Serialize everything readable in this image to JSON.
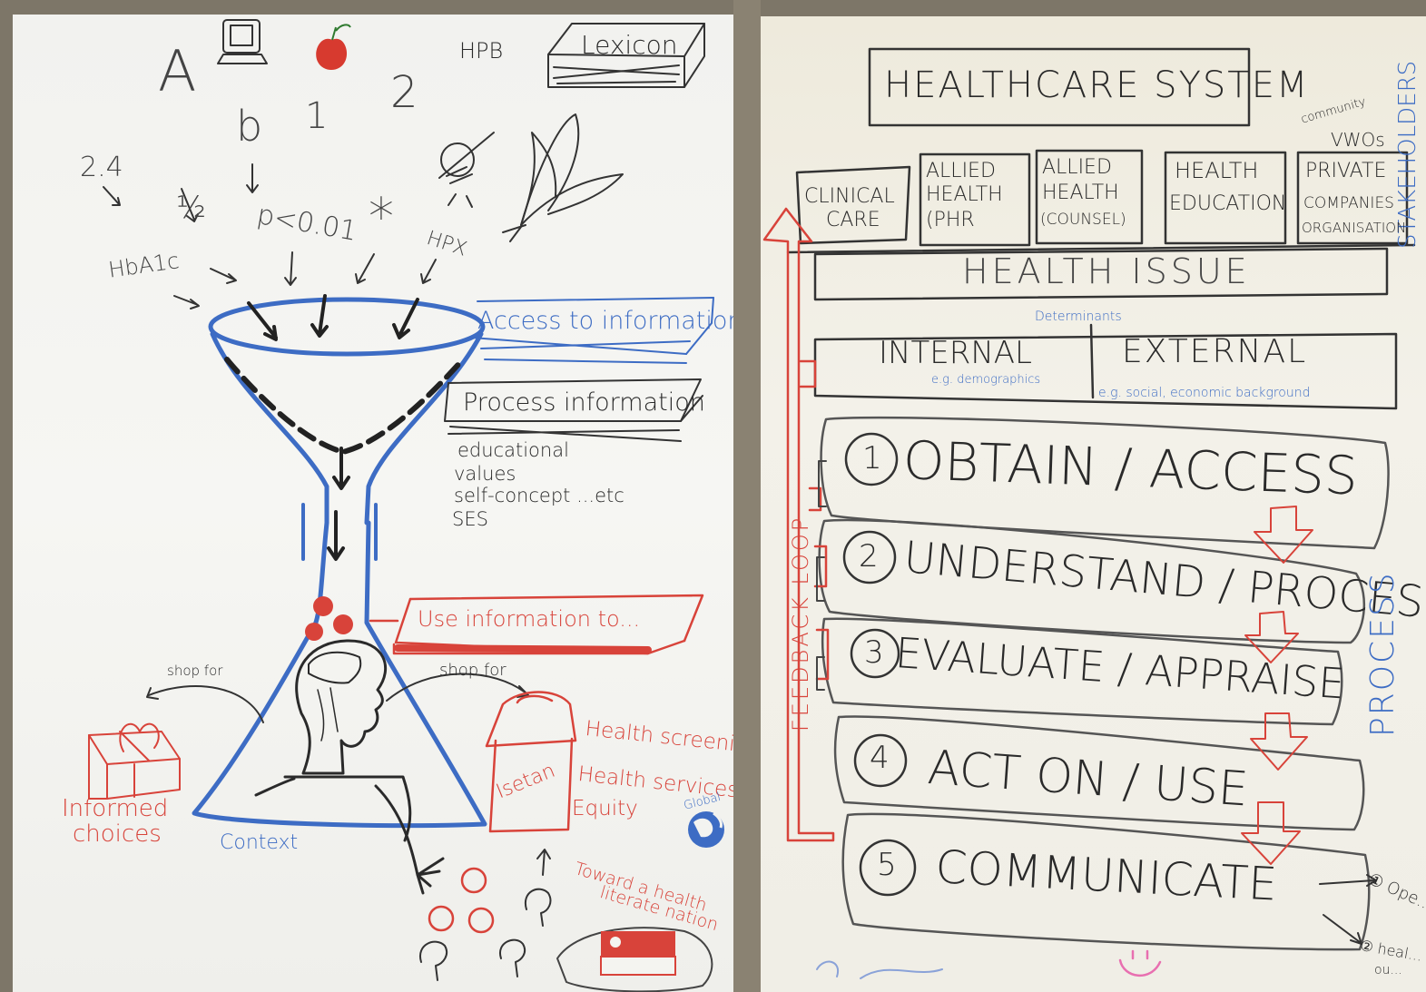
{
  "left": {
    "top_symbols": {
      "letter_a": "A",
      "letter_b": "b",
      "num_1": "1",
      "num_2": "2",
      "hpb": "HPB",
      "lexicon": "Lexicon",
      "num_24": "2.4",
      "half": "½",
      "pvalue": "p<0.01",
      "star": "*",
      "hpx": "HPX",
      "hba1c": "HbA1c"
    },
    "funnel": {
      "access": "Access to information",
      "process": "Process information",
      "factors": [
        "educational",
        "values",
        "self-concept ...etc",
        "SES"
      ],
      "use": "Use information to...",
      "context": "Context"
    },
    "outcomes": {
      "shop_left": "shop for",
      "shop_right": "shop for",
      "informed_1": "Informed",
      "informed_2": "choices",
      "isetan": "Isetan",
      "screening": "Health screening",
      "services": "Health services",
      "equity": "Equity",
      "global": "Global",
      "nation_1": "Toward a health",
      "nation_2": "literate nation"
    }
  },
  "right": {
    "title": "HEALTHCARE SYSTEM",
    "community": "community",
    "vwos": "VWOs",
    "stakeholders": "STAKEHOLDERS",
    "boxes": [
      {
        "l1": "CLINICAL",
        "l2": "CARE"
      },
      {
        "l1": "ALLIED",
        "l2": "HEALTH",
        "l3": "(PHR"
      },
      {
        "l1": "ALLIED",
        "l2": "HEALTH",
        "l3": "(COUNSEL)"
      },
      {
        "l1": "HEALTH",
        "l2": "EDUCATION"
      },
      {
        "l1": "PRIVATE",
        "l2": "COMPANIES",
        "l3": "ORGANISATION"
      }
    ],
    "health_issue": "HEALTH ISSUE",
    "determinants": "Determinants",
    "internal": "INTERNAL",
    "internal_sub": "e.g. demographics",
    "external": "EXTERNAL",
    "external_sub": "e.g. social, economic background",
    "steps": [
      {
        "num": "1",
        "text": "OBTAIN / ACCESS"
      },
      {
        "num": "2",
        "text": "UNDERSTAND / PROCESS"
      },
      {
        "num": "3",
        "text": "EVALUATE / APPRAISE"
      },
      {
        "num": "4",
        "text": "ACT ON / USE"
      },
      {
        "num": "5",
        "text": "COMMUNICATE"
      }
    ],
    "feedback": "FEEDBACK LOOP",
    "process": "PROCESS",
    "outcome1": "① Ope...",
    "outcome2": "② heal...",
    "outcome3": "ou..."
  },
  "colors": {
    "ink": "#2a2a2a",
    "blue": "#3d6cc4",
    "red": "#d8433a",
    "paper": "#f4f3ee"
  }
}
